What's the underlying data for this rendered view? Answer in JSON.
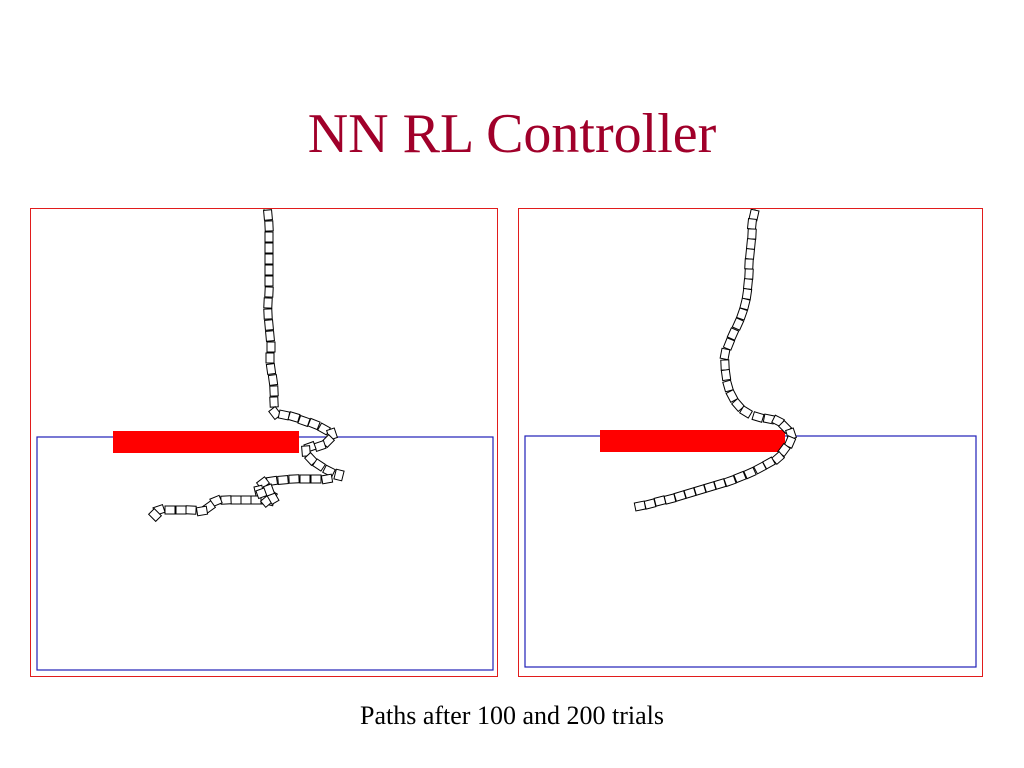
{
  "slide": {
    "title": "NN RL Controller",
    "caption": "Paths after 100 and 200 trials"
  },
  "colors": {
    "title": "#a0002a",
    "frame_border": "#e11c1c",
    "goal_region_border": "#2020b8",
    "obstacle": "#ff0000",
    "path_marker_stroke": "#000000",
    "start_marker": "#2e8b2e"
  },
  "panels": [
    {
      "id": "after-100-trials",
      "trials": 100
    },
    {
      "id": "after-200-trials",
      "trials": 200
    }
  ]
}
